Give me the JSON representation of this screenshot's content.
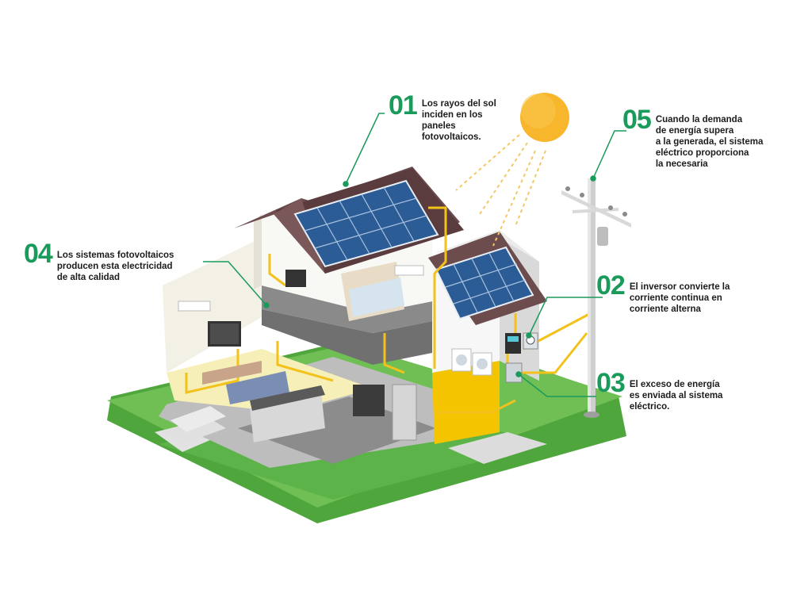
{
  "colors": {
    "accent_green": "#1a9a5b",
    "grass": "#6fbf55",
    "grass_dark": "#4fa63d",
    "roof": "#6d4c4e",
    "panel_blue": "#2b5c96",
    "wire": "#f2c21b",
    "sun": "#f7b62c"
  },
  "steps": [
    {
      "number": "01",
      "text": "Los rayos del sol inciden en los paneles fotovoltaicos.",
      "lines": [
        "Los rayos del sol",
        "inciden en los",
        "paneles",
        "fotovoltaicos."
      ]
    },
    {
      "number": "02",
      "text": "El inversor convierte la corriente continua en corriente alterna",
      "lines": [
        "El inversor convierte la",
        "corriente continua en",
        "corriente alterna"
      ]
    },
    {
      "number": "03",
      "text": "El exceso de energía es enviada al sistema eléctrico.",
      "lines": [
        "El exceso de energía",
        "es enviada al sistema",
        "eléctrico."
      ]
    },
    {
      "number": "04",
      "text": "Los sistemas fotovoltaicos producen esta electricidad de alta calidad",
      "lines": [
        "Los sistemas fotovoltaicos",
        "producen esta electricidad",
        "de alta calidad"
      ]
    },
    {
      "number": "05",
      "text": "Cuando la demanda de energía supera a la generada, el sistema eléctrico proporciona la necesaria",
      "lines": [
        "Cuando la demanda",
        "de energía supera",
        "a la generada, el sistema",
        "eléctrico proporciona",
        "la necesaria"
      ]
    }
  ],
  "icons": {
    "sun": "sun-icon",
    "solar_panel": "solar-panel-icon",
    "inverter": "inverter-icon",
    "meter": "meter-icon",
    "utility_pole": "utility-pole-icon",
    "house": "house-cutaway-icon"
  }
}
